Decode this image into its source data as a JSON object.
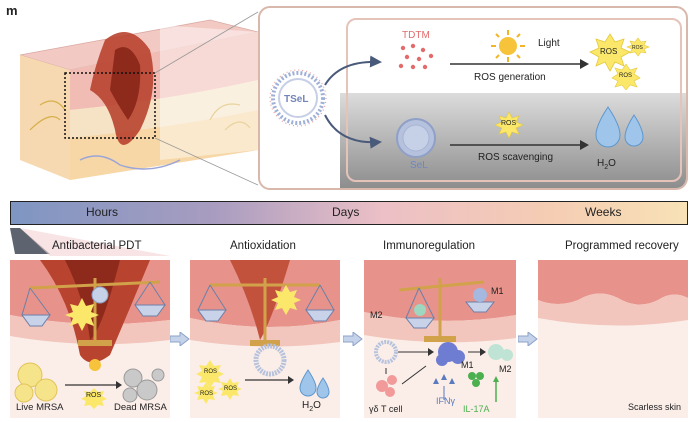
{
  "panel": {
    "label": "m"
  },
  "top": {
    "tseL": "TSeL",
    "tdtm": "TDTM",
    "light": "Light",
    "ros_generation": "ROS generation",
    "sel": "SeL",
    "ros_scavenging": "ROS scavenging",
    "ros": "ROS",
    "h2o_main": "H",
    "h2o_sub": "2",
    "h2o_tail": "O"
  },
  "timeline": {
    "hours": "Hours",
    "days": "Days",
    "weeks": "Weeks"
  },
  "stages": [
    {
      "title": "Antibacterial PDT",
      "live": "Live MRSA",
      "dead": "Dead MRSA",
      "ros": "ROS"
    },
    {
      "title": "Antioxidation",
      "ros": "ROS",
      "h2o_main": "H",
      "h2o_sub": "2",
      "h2o_tail": "O"
    },
    {
      "title": "Immunoregulation",
      "m1": "M1",
      "m2": "M2",
      "gdt": "γδ T cell",
      "ifn": "IFNγ",
      "il17": "IL-17A"
    },
    {
      "title": "Programmed recovery",
      "scarless": "Scarless skin"
    }
  ],
  "colors": {
    "accent_red": "#e26b6b",
    "blue": "#5a7bbf",
    "green": "#4caf50",
    "ros_yellow": "#fbe86a"
  }
}
